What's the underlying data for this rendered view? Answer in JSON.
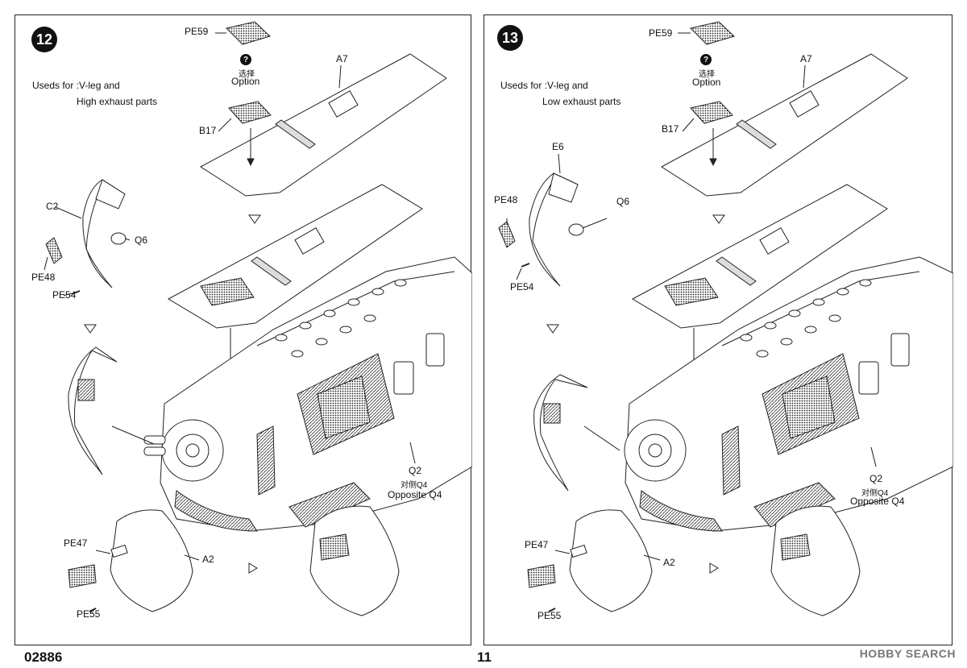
{
  "page": {
    "code": "02886",
    "number": "11",
    "watermark": "HOBBY SEARCH"
  },
  "steps": [
    {
      "number": "12",
      "note_line1": "Useds for :V-leg and",
      "note_line2": "High exhaust parts",
      "labels": {
        "pe59": "PE59",
        "option_cn": "选择",
        "option": "Option",
        "question": "?",
        "a7": "A7",
        "b17": "B17",
        "c2": "C2",
        "q6": "Q6",
        "pe48": "PE48",
        "pe54": "PE54",
        "q2": "Q2",
        "opp_cn": "对侧Q4",
        "opp": "Opposite Q4",
        "pe47": "PE47",
        "a2": "A2",
        "pe55": "PE55"
      }
    },
    {
      "number": "13",
      "note_line1": "Useds for :V-leg and",
      "note_line2": "Low exhaust parts",
      "labels": {
        "pe59": "PE59",
        "option_cn": "选择",
        "option": "Option",
        "question": "?",
        "a7": "A7",
        "b17": "B17",
        "e6": "E6",
        "q6": "Q6",
        "pe48": "PE48",
        "pe54": "PE54",
        "q2": "Q2",
        "opp_cn": "对侧Q4",
        "opp": "Opposite Q4",
        "pe47": "PE47",
        "a2": "A2",
        "pe55": "PE55"
      }
    }
  ]
}
